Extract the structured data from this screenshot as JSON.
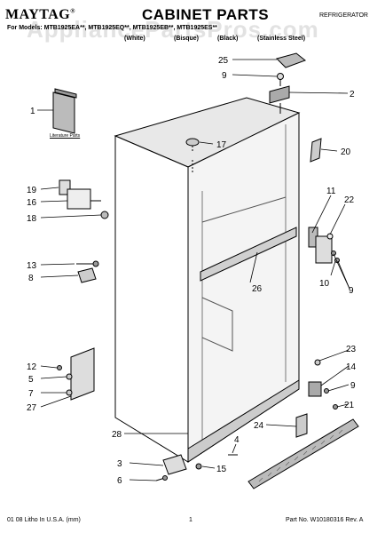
{
  "header": {
    "brand": "MAYTAG",
    "brand_mark": "®",
    "title": "CABINET PARTS",
    "appliance": "REFRIGERATOR",
    "models": "For Models: MTB1925EA**, MTB1925EQ**, MTB1925EB**, MTB1925ES**",
    "colors": [
      "(White)",
      "(Bisque)",
      "(Black)",
      "(Stainless Steel)"
    ]
  },
  "watermark": "AppliancePartsPros.com",
  "manual_label": "Literature Parts",
  "callouts": {
    "c1": "1",
    "c2": "2",
    "c3": "3",
    "c4": "4",
    "c5": "5",
    "c6": "6",
    "c7": "7",
    "c8": "8",
    "c9a": "9",
    "c9b": "9",
    "c9c": "9",
    "c10": "10",
    "c11": "11",
    "c12": "12",
    "c13": "13",
    "c14": "14",
    "c15": "15",
    "c16": "16",
    "c17": "17",
    "c18": "18",
    "c19": "19",
    "c20": "20",
    "c21": "21",
    "c22": "22",
    "c23": "23",
    "c24": "24",
    "c25": "25",
    "c26": "26",
    "c27": "27",
    "c28": "28"
  },
  "footer": {
    "left": "01  08 Litho In U.S.A. (mm)",
    "page": "1",
    "part_no": "Part No. W10180316 Rev. A"
  }
}
